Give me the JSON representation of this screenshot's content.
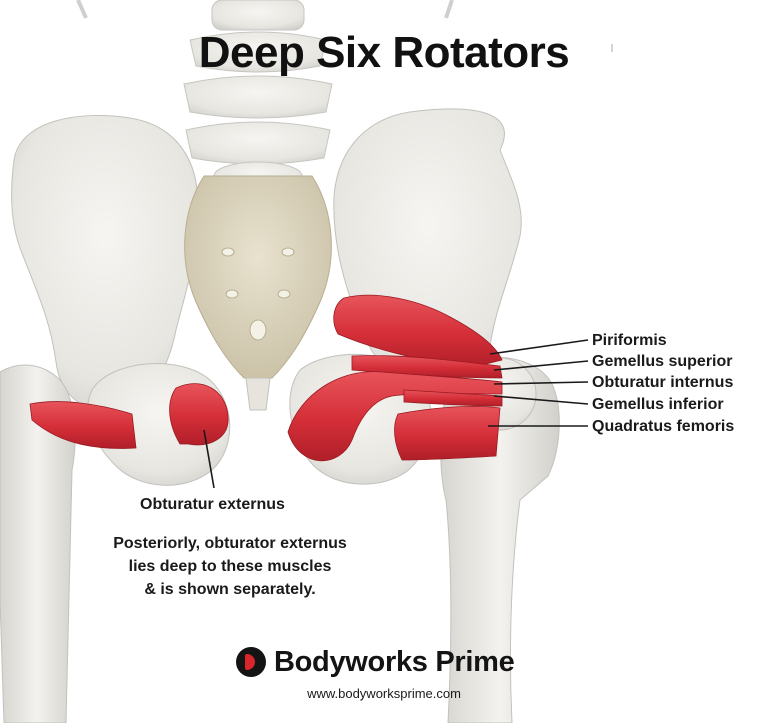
{
  "title": "Deep Six Rotators",
  "labels": {
    "piriformis": "Piriformis",
    "gemellus_superior": "Gemellus superior",
    "obturatur_internus": "Obturatur internus",
    "gemellus_inferior": "Gemellus inferior",
    "quadratus_femoris": "Quadratus femoris",
    "obturatur_externus": "Obturatur externus"
  },
  "note": {
    "line1": "Posteriorly, obturator externus",
    "line2": "lies deep to these muscles",
    "line3": "& is shown separately."
  },
  "brand": {
    "name": "Bodyworks Prime",
    "url": "www.bodyworksprime.com"
  },
  "colors": {
    "muscle": "#d9323c",
    "bone": "#ecebe6",
    "sacrum": "#ddd5be",
    "text": "#1a1a1a",
    "brand_accent": "#d9252c"
  }
}
